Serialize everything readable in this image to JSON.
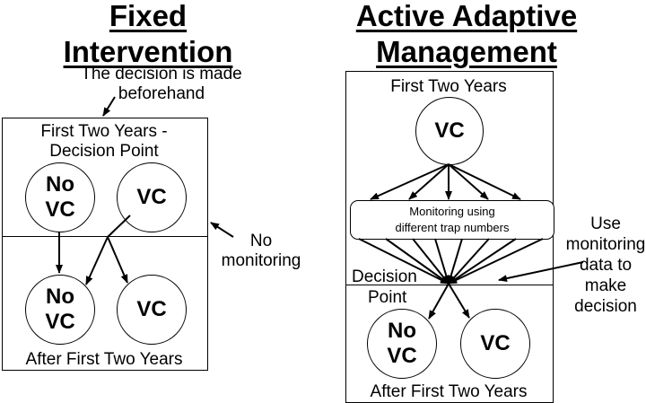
{
  "left": {
    "heading_line1": "Fixed",
    "heading_line2": "Intervention",
    "note_line1": "The decision is made",
    "note_line2": "beforehand",
    "top_label_line1": "First Two Years -",
    "top_label_line2": "Decision Point",
    "circle_top_left": "No\nVC",
    "circle_top_right": "VC",
    "circle_bottom_left": "No\nVC",
    "circle_bottom_right": "VC",
    "bottom_label": "After First Two Years",
    "side_note_line1": "No",
    "side_note_line2": "monitoring"
  },
  "right": {
    "heading_line1": "Active Adaptive",
    "heading_line2": "Management",
    "top_label": "First Two Years",
    "circle_top": "VC",
    "monitor_box": "Monitoring using\ndifferent trap numbers",
    "decision_word1": "Decision",
    "decision_word2": "Point",
    "circle_bottom_left": "No\nVC",
    "circle_bottom_right": "VC",
    "bottom_label": "After First Two Years",
    "side_note": [
      "Use",
      "monitoring",
      "data to",
      "make",
      "decision"
    ]
  }
}
